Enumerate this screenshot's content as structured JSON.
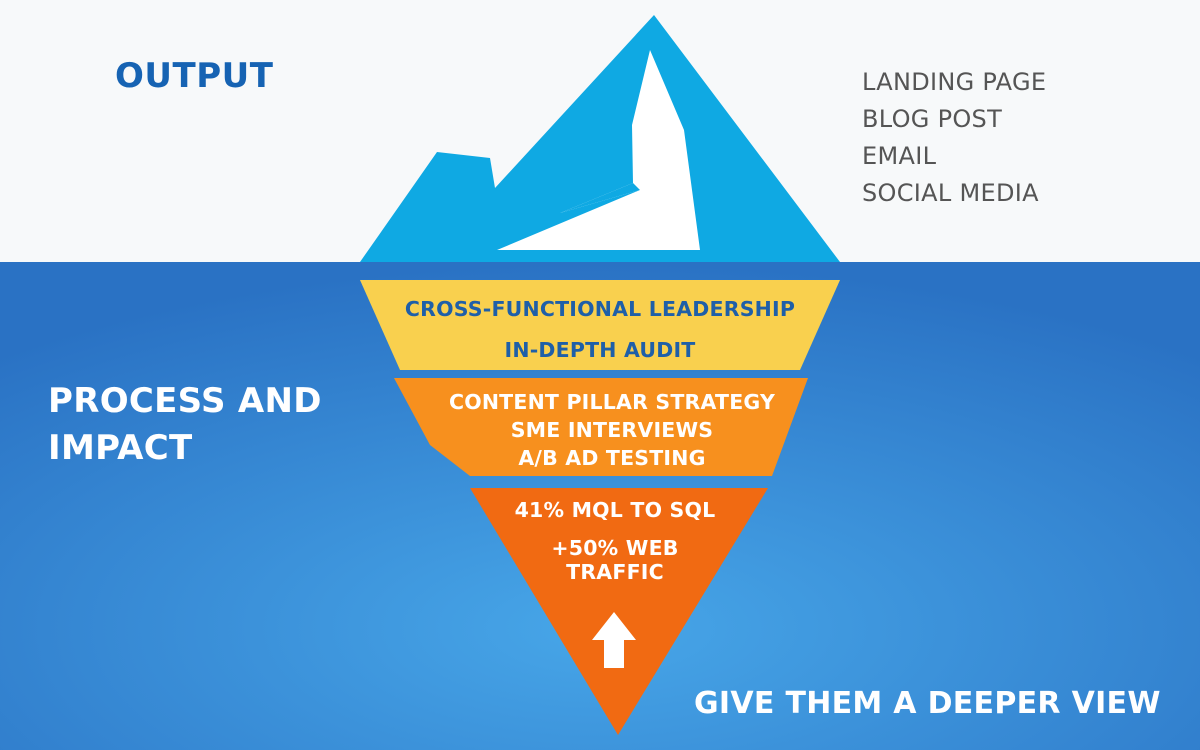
{
  "output_section": {
    "title": "OUTPUT",
    "items": [
      "LANDING PAGE",
      "BLOG POST",
      "EMAIL",
      "SOCIAL MEDIA"
    ]
  },
  "process_section": {
    "title_line1": "PROCESS AND",
    "title_line2": "IMPACT"
  },
  "layers": [
    {
      "lines": [
        "CROSS-FUNCTIONAL LEADERSHIP",
        "IN-DEPTH AUDIT"
      ],
      "color": "#f9d04e",
      "text_color": "#1f5fa8"
    },
    {
      "lines": [
        "CONTENT PILLAR STRATEGY",
        "SME INTERVIEWS",
        "A/B AD TESTING"
      ],
      "color": "#f7901e",
      "text_color": "#ffffff"
    },
    {
      "lines": [
        "41% MQL TO SQL",
        "+50% WEB",
        "TRAFFIC"
      ],
      "color": "#f16a12",
      "text_color": "#ffffff"
    }
  ],
  "tagline": "GIVE THEM A DEEPER VIEW",
  "colors": {
    "sky": "#f7f9fa",
    "ocean": "#3c92dc",
    "iceberg": "#0fa9e3",
    "title_blue": "#1663b3",
    "output_gray": "#555555"
  },
  "icons": {
    "arrow": "up-arrow-icon"
  }
}
